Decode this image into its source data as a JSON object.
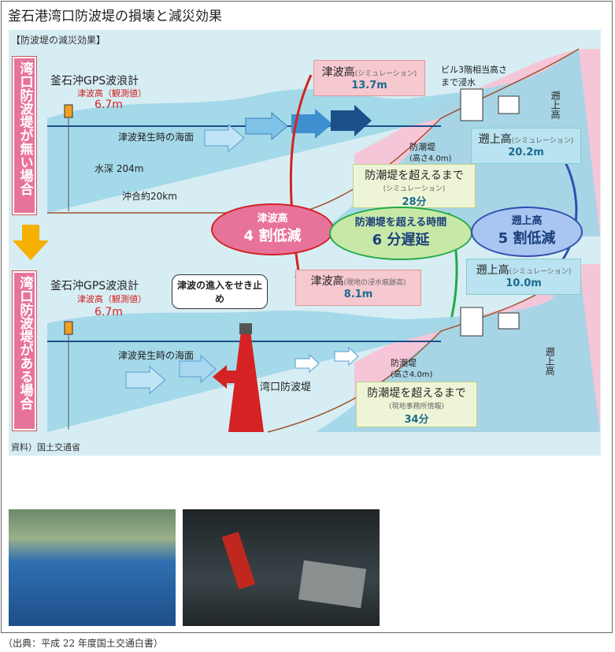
{
  "title": "釜石港湾口防波堤の損壊と減災効果",
  "subtitle": "【防波堤の減災効果】",
  "top": {
    "side_label": "湾口防波堤が無い場合",
    "buoy_label": "釜石沖GPS波浪計",
    "wave_obs_label": "津波高（観測値）",
    "wave_obs_value": "6.7m",
    "sea_surface": "津波発生時の海面",
    "depth": "水深 204m",
    "offshore": "沖合約20km",
    "tsunami_height_label": "津波高",
    "tsunami_height_note": "(シミュレーション)",
    "tsunami_height_value": "13.7m",
    "building_note": "ビル3階相当高さまで浸水",
    "seawall_label": "防潮堤",
    "seawall_height": "(高さ4.0m)",
    "runup_vertical": "遡上高",
    "runup_label": "遡上高",
    "runup_note": "(シミュレーション)",
    "runup_value": "20.2m",
    "overtop_label": "防潮堤を超えるまで",
    "overtop_note": "(シミュレーション)",
    "overtop_value": "28分"
  },
  "effects": {
    "tsunami_title": "津波高",
    "tsunami_value": "4 割低減",
    "delay_title": "防潮堤を超える時間",
    "delay_value": "6 分遅延",
    "runup_title": "遡上高",
    "runup_value": "5 割低減"
  },
  "bottom": {
    "side_label": "湾口防波堤がある場合",
    "buoy_label": "釜石沖GPS波浪計",
    "wave_obs_label": "津波高（観測値）",
    "wave_obs_value": "6.7m",
    "callout": "津波の進入をせき止め",
    "sea_surface": "津波発生時の海面",
    "breakwater": "湾口防波堤",
    "tsunami_height_label": "津波高",
    "tsunami_height_note": "(現地の浸水痕跡高)",
    "tsunami_height_value": "8.1m",
    "runup_label": "遡上高",
    "runup_note": "(シミュレーション)",
    "runup_value": "10.0m",
    "seawall_label": "防潮堤",
    "seawall_height": "(高さ4.0m)",
    "runup_vertical": "遡上高",
    "overtop_label": "防潮堤を超えるまで",
    "overtop_note": "(現地事務所情報)",
    "overtop_value": "34分"
  },
  "source": "資料）国土交通省",
  "credit": "（出典：平成 22 年度国土交通白書）",
  "colors": {
    "sea": "#9fd6e8",
    "land": "#f5c6d8",
    "accent_red": "#d52222",
    "green": "#22aa44",
    "blue": "#2f4fb0"
  }
}
